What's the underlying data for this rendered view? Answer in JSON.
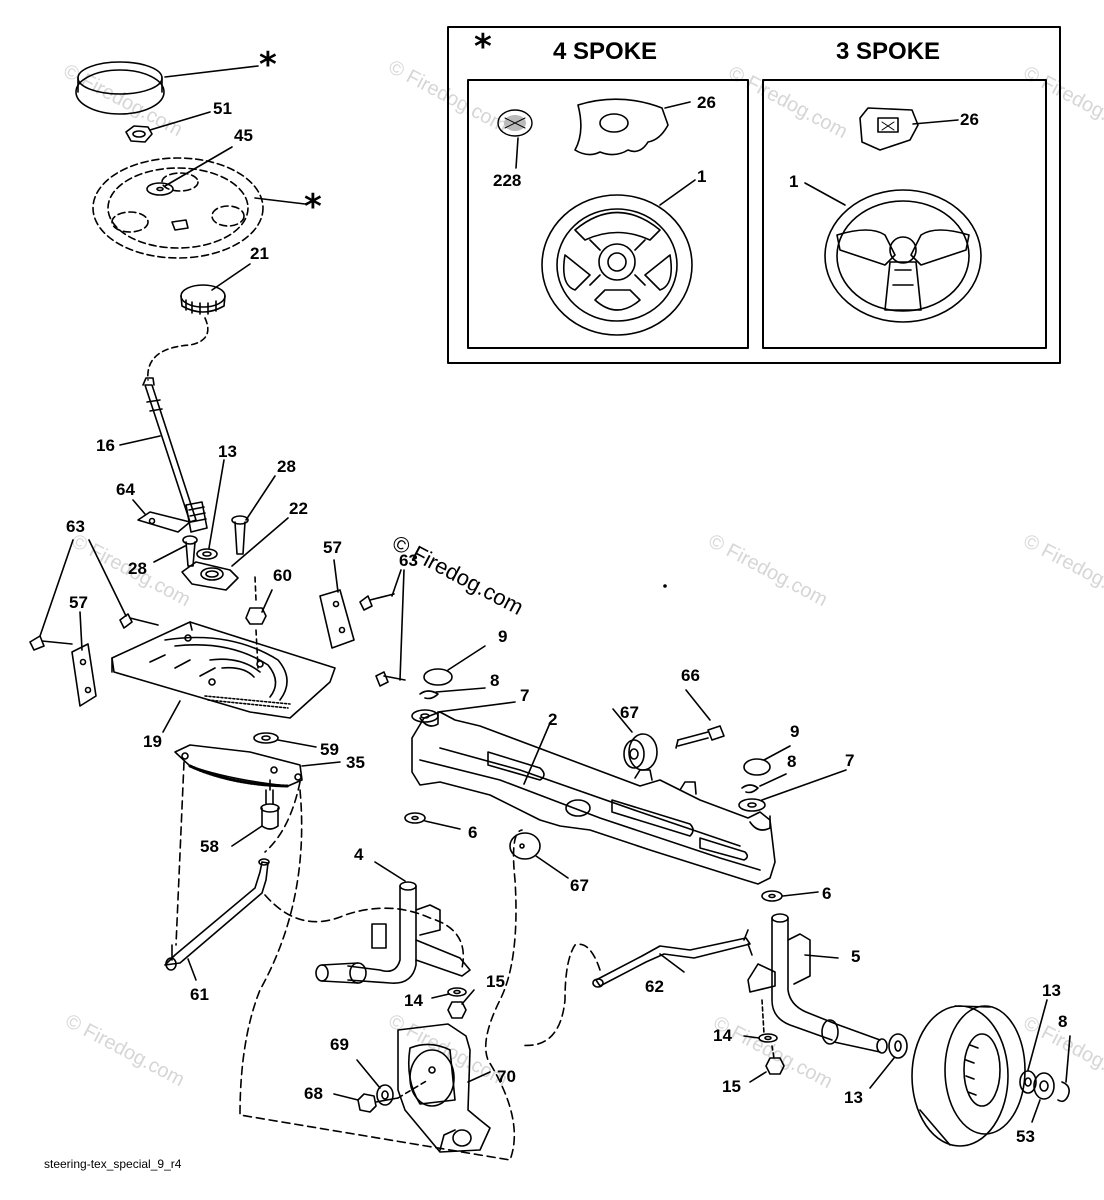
{
  "diagram": {
    "watermark": "© Firedog.com",
    "copyright_text": "© Firedog.com",
    "footer_code": "steering-tex_special_9_r4",
    "star_symbol": "*",
    "inset": {
      "four_spoke_title": "4 SPOKE",
      "three_spoke_title": "3 SPOKE",
      "labels": [
        "26",
        "228",
        "1",
        "26",
        "1"
      ]
    },
    "parts": [
      "*",
      "51",
      "45",
      "*",
      "21",
      "16",
      "13",
      "28",
      "64",
      "22",
      "28",
      "63",
      "57",
      "60",
      "57",
      "63",
      "9",
      "8",
      "66",
      "7",
      "67",
      "2",
      "9",
      "8",
      "7",
      "19",
      "59",
      "35",
      "6",
      "58",
      "4",
      "67",
      "6",
      "5",
      "62",
      "14",
      "15",
      "61",
      "13",
      "8",
      "14",
      "69",
      "70",
      "15",
      "68",
      "13",
      "53"
    ]
  }
}
